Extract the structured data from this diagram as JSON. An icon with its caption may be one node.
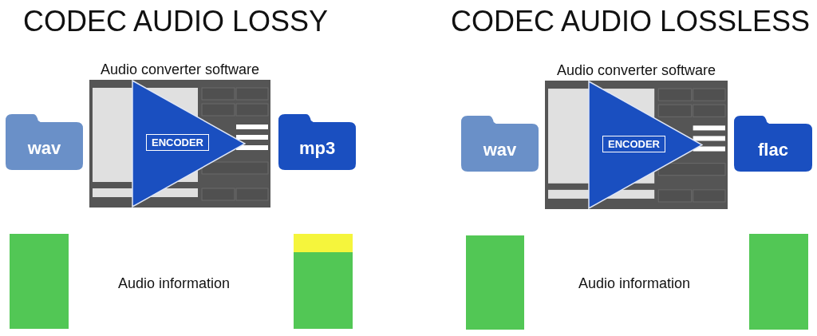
{
  "diagram": {
    "nodes": [
      {
        "text": [
          "wav"
        ]
      },
      {
        "text": [
          "Audio converter software"
        ]
      },
      {
        "text": [
          "ENCODER"
        ],
        "in": 1
      },
      {
        "text": [
          "mp3"
        ]
      },
      {
        "text": [],
        "shape": "bar"
      },
      {
        "text": [],
        "shape": "bar"
      },
      {
        "text": [
          "wav"
        ]
      },
      {
        "text": [
          "Audio converter software"
        ]
      },
      {
        "text": [
          "ENCODER"
        ],
        "in": 7
      },
      {
        "text": [
          "flac"
        ]
      },
      {
        "text": [],
        "shape": "bar"
      },
      {
        "text": [],
        "shape": "bar"
      }
    ],
    "labels": [
      "CODEC AUDIO LOSSY",
      "CODEC AUDIO LOSSLESS",
      "Audio information",
      "Audio information"
    ]
  }
}
